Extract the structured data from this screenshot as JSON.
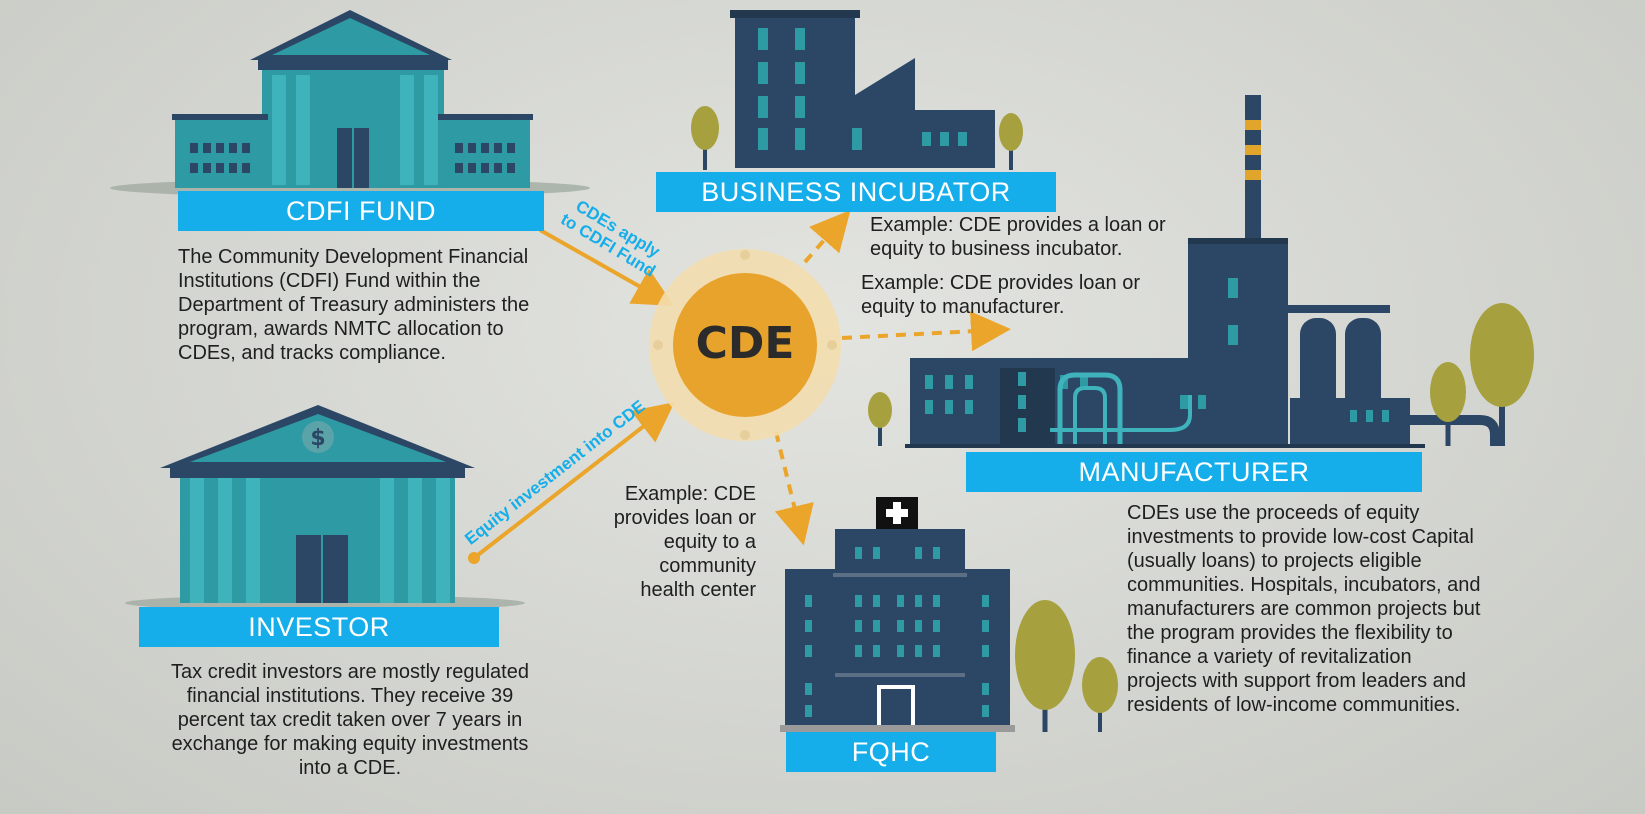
{
  "colors": {
    "background": "#d4d6d0",
    "label_blue": "#16aeea",
    "building_teal": "#2e9aa3",
    "building_navy": "#2c4766",
    "arrow_orange": "#eaa52a",
    "cde_circle": "#e8a32c",
    "tree_olive": "#a6a03f"
  },
  "nodes": {
    "cdfi_fund": {
      "label": "CDFI FUND",
      "description": "The Community Development Financial Institutions (CDFI) Fund within the Department of Treasury administers the program, awards NMTC allocation to CDEs, and tracks compliance."
    },
    "investor": {
      "label": "INVESTOR",
      "description": "Tax credit investors are mostly regulated financial institutions. They receive 39 percent tax credit taken over 7 years in exchange for making equity investments into a CDE."
    },
    "cde": {
      "label": "CDE"
    },
    "business_incubator": {
      "label": "BUSINESS INCUBATOR",
      "example": "Example: CDE provides a loan or equity to business incubator."
    },
    "manufacturer": {
      "label": "MANUFACTURER",
      "example": "Example: CDE provides loan or equity to manufacturer.",
      "description": "CDEs use the proceeds of equity investments to provide low-cost Capital (usually loans) to projects eligible communities. Hospitals, incubators, and manufacturers are common projects but the program provides the flexibility to finance a variety of revitalization projects with support from leaders and residents of low-income communities."
    },
    "fqhc": {
      "label": "FQHC",
      "example": "Example: CDE provides loan or equity to a community health center"
    }
  },
  "edges": {
    "cdfi_to_cde": "CDEs apply to CDFI Fund",
    "investor_to_cde": "Equity investment into CDE"
  },
  "icons": [
    "bank-building-icon",
    "investor-bank-icon",
    "incubator-building-icon",
    "factory-icon",
    "hospital-icon",
    "tree-icon",
    "medical-cross-icon",
    "dollar-icon"
  ]
}
